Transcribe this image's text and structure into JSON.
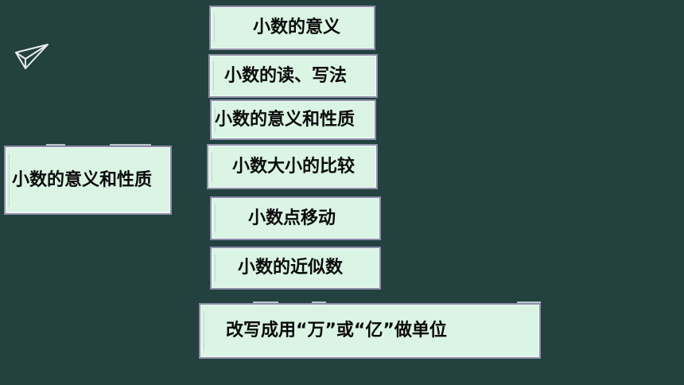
{
  "root": {
    "label": "小数的意义和性质"
  },
  "branches": [
    {
      "label": "小数的意义"
    },
    {
      "label": "小数的读、写法"
    },
    {
      "label": "小数的意义和性质"
    },
    {
      "label": "小数大小的比较"
    },
    {
      "label": "小数点移动"
    },
    {
      "label": "小数的近似数"
    },
    {
      "label": "改写成用“万”或“亿”做单位"
    }
  ],
  "colors": {
    "background": "#22413F",
    "box_fill": "#DAF5E4",
    "box_border": "#8E8FA8",
    "text": "#0A0A0A"
  },
  "icons": {
    "decoration": "paper-plane-icon"
  }
}
